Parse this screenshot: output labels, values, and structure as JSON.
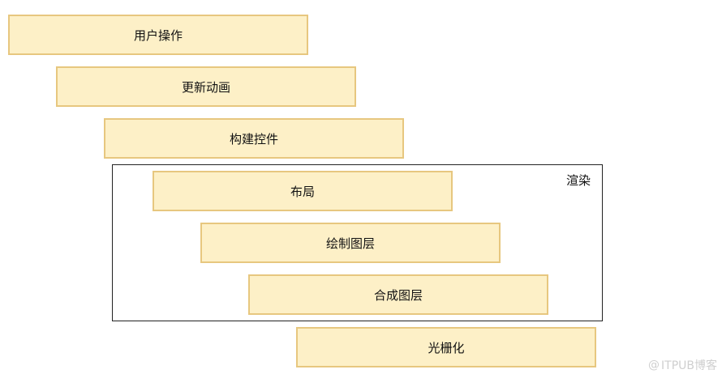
{
  "diagram": {
    "steps": [
      {
        "label": "用户操作"
      },
      {
        "label": "更新动画"
      },
      {
        "label": "构建控件"
      },
      {
        "label": "布局"
      },
      {
        "label": "绘制图层"
      },
      {
        "label": "合成图层"
      },
      {
        "label": "光栅化"
      }
    ],
    "group_label": "渲染"
  },
  "watermark": {
    "icon": "at-icon",
    "text": "ITPUB博客"
  }
}
